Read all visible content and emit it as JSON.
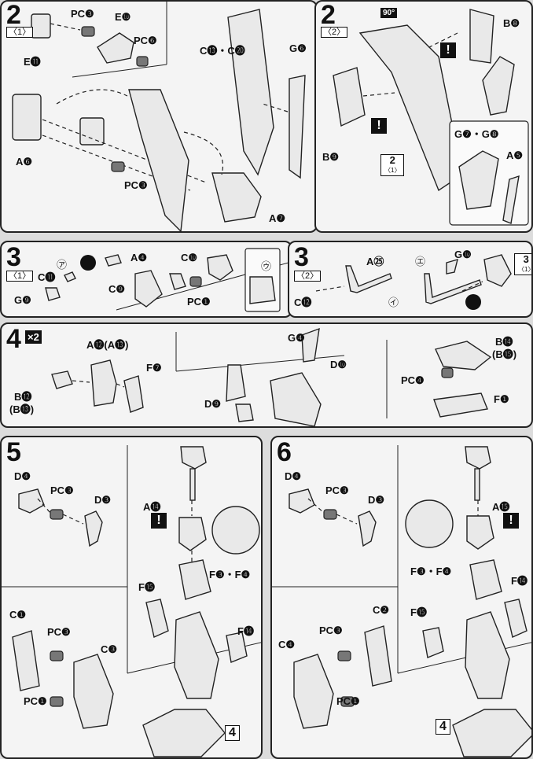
{
  "step2_1": {
    "num": "2",
    "sub": "〈1〉",
    "labels": {
      "pc_c_top": "PC❸",
      "e10": "E❿",
      "pc_f": "PC❻",
      "e11": "E⓫",
      "c13c20": "C⓭・C⓴",
      "g6": "G❻",
      "a6": "A❻",
      "pc_c_mid": "PC❸",
      "a7": "A❼"
    }
  },
  "step2_2": {
    "num": "2",
    "sub": "〈2〉",
    "badge90": "90°",
    "labels": {
      "b8": "B❽",
      "b9": "B❾",
      "g7g8": "G❼・G❽",
      "a5": "A❺"
    },
    "ref": {
      "num": "2",
      "sub": "〈1〉"
    }
  },
  "step3_1": {
    "num": "3",
    "sub": "〈1〉",
    "labels": {
      "a4": "A❹",
      "c10": "C❿",
      "c11": "C⓫",
      "c9": "C❾",
      "g9": "G❾",
      "pc1": "PC❶"
    },
    "marks": {
      "a": "㋐",
      "u": "㋒"
    }
  },
  "step3_2": {
    "num": "3",
    "sub": "〈2〉",
    "labels": {
      "a25": "A㉕",
      "g10": "G❿",
      "c12": "C⓬"
    },
    "marks": {
      "e": "㋓",
      "i": "㋑"
    },
    "ref": {
      "num": "3",
      "sub": "〈1〉"
    }
  },
  "step4": {
    "num": "4",
    "badge": "×2",
    "labels": {
      "a12": "A⓬(A⓭)",
      "f7": "F❼",
      "b12": "B⓬",
      "b13": "(B⓭)",
      "g4": "G❹",
      "d10": "D❿",
      "d9": "D❾",
      "b14": "B⓮",
      "b15": "(B⓯)",
      "pcd": "PC❹",
      "f1": "F❶"
    }
  },
  "step5": {
    "num": "5",
    "labels": {
      "d4": "D❹",
      "pcc": "PC❸",
      "d3": "D❸",
      "a14": "A⓮",
      "f3f4": "F❸・F❹",
      "f15": "F⓯",
      "f14": "F⓮",
      "c1": "C❶",
      "pcc2": "PC❸",
      "c3": "C❸",
      "pca": "PC❶"
    },
    "ref": "4"
  },
  "step6": {
    "num": "6",
    "labels": {
      "d4": "D❹",
      "pcc": "PC❸",
      "d3": "D❸",
      "a15": "A⓯",
      "f3f4": "F❸・F❹",
      "f14": "F⓮",
      "f15": "F⓯",
      "c2": "C❷",
      "pcc2": "PC❸",
      "c4": "C❹",
      "pca": "PC❶"
    },
    "ref": "4"
  },
  "excl": "!"
}
